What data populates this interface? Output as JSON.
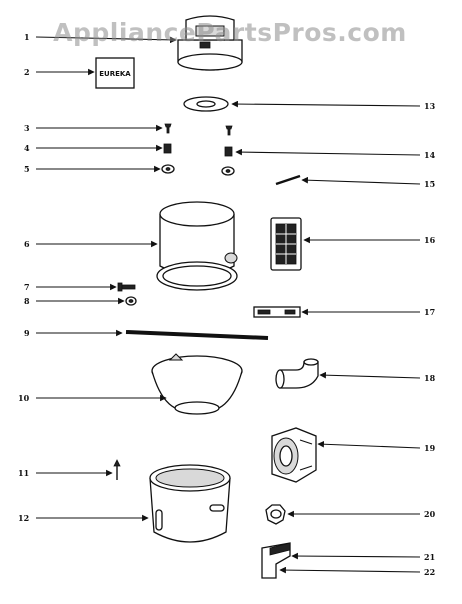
{
  "watermark": "AppliancePartsPros.com",
  "label_text": "EUREKA",
  "callouts": [
    "1",
    "2",
    "3",
    "4",
    "5",
    "6",
    "7",
    "8",
    "9",
    "10",
    "11",
    "12",
    "13",
    "14",
    "15",
    "16",
    "17",
    "18",
    "19",
    "20",
    "21",
    "22"
  ]
}
